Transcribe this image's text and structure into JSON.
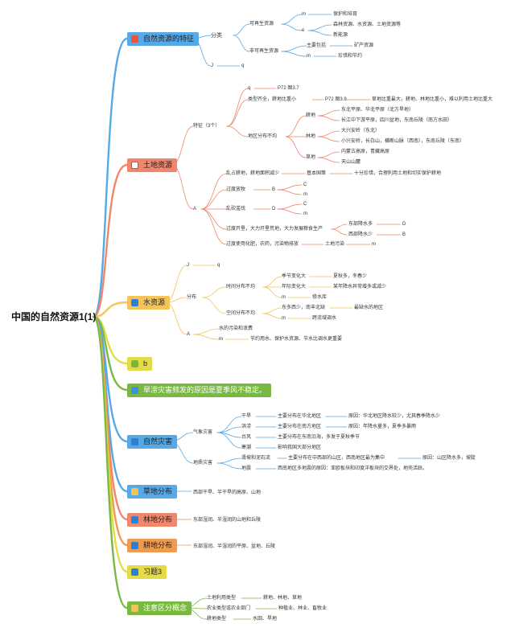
{
  "root": {
    "title": "中国的自然资源1(1)"
  },
  "topics": {
    "natural_features": "自然资源的特征",
    "land": "土地资源",
    "water": "水资源",
    "b": "b",
    "drought": "旱涝灾害频发的原因是夏季风不稳定。",
    "disaster": "自然灾害",
    "grassland": "草地分布",
    "forest": "林地分布",
    "farmland": "耕地分布",
    "exercise": "习题3",
    "attention": "注意区分概念"
  },
  "nf": {
    "classify": "分类",
    "renewable": "可再生资源",
    "m1": "m",
    "protect": "保护和培育",
    "e": "e",
    "forest_water_land": "森林资源、水资源、土地资源等",
    "new_energy": "新能源",
    "nonrenewable": "非可再生资源",
    "mainly": "主要包括",
    "minerals": "矿产资源",
    "m2": "m",
    "cherish": "珍惜和节约",
    "j": "J",
    "q": "q"
  },
  "land": {
    "features": "特征（3个）",
    "q": "q",
    "p72a": "P72 图3.7",
    "types_complete": "类型齐全，耕地比重小",
    "p72b": "P72 图3.9",
    "grass_big": "草地比重最大，耕地、林地比重小，难以利用土地比重大",
    "uneven": "地区分布不均",
    "farm": "耕地",
    "plains": "东北平原、华北平原（北方旱地）",
    "yangtze": "长江中下游平原，四川盆地，东南丘陵（南方水田）",
    "forestland": "林地",
    "dxal": "大兴安岭（东北）",
    "xxal": "小兴安岭，长白山，横断山脉（西南），东南丘陵（东南）",
    "grass": "草地",
    "inner_mongolia": "内蒙古高原，青藏高原",
    "tianshan": "天山山麓",
    "a": "A",
    "occupy": "乱占耕地，耕地面积减少",
    "basic_policy": "基本国策",
    "cherish": "十分珍惜，合理利用土地和切实保护耕地",
    "overgraze": "过度放牧",
    "b_": "B",
    "c1": "C",
    "m1": "m",
    "deforest": "乱砍滥伐",
    "d_": "D",
    "c2": "C",
    "m2": "m",
    "overreclaim": "过度开垦，大力开垦荒地，大力发展粮食生产",
    "east_more": "东部降水多",
    "d2": "D",
    "west_less": "西部降水少",
    "b2": "B",
    "fertilizer": "过度使用化肥，农药，污染物排放",
    "soil_pollution": "土地污染",
    "m3": "m"
  },
  "water": {
    "j": "J",
    "q": "q",
    "distribution": "分布",
    "temporal": "时间分布不均",
    "seasonal": "季节变化大",
    "summer_autumn": "夏秋多，冬春少",
    "interannual": "年际变化大",
    "some_years": "某年降水异常增多或减少",
    "m1": "m",
    "reservoir": "修水库",
    "spatial": "空间分布不均",
    "east_more": "东多西少，南丰北缺",
    "most_lacking": "最缺水的地区",
    "m2": "m",
    "transfer": "跨流域调水",
    "a": "A",
    "pollution": "水的污染和浪费",
    "m3": "m",
    "save": "节约用水、保护水资源、节水比调水更重要"
  },
  "disaster": {
    "meteo": "气象灾害",
    "drought": "干旱",
    "drought_where": "主要分布在华北地区",
    "drought_why": "原因：华北地区降水较少，尤其春季降水少",
    "flood": "洪涝",
    "flood_where": "主要分布在南方地区",
    "flood_why": "原因：年降水量多，夏季多暴雨",
    "typhoon": "台风",
    "typhoon_where": "主要分布在东南沿海，多发于夏秋季节",
    "cold": "寒潮",
    "cold_where": "影响我国大部分地区",
    "geo": "地质灾害",
    "landslide": "滑坡和泥石流",
    "landslide_where": "主要分布在中西部的山区，西南地区最为集中",
    "landslide_why": "原因：山区降水多，坡陡",
    "quake": "地震",
    "quake_where": "西南地区多地震的原因：亚欧板块和印度洋板块的交界处，地壳活跃。"
  },
  "grassland": {
    "where": "西部干旱、半干旱的高原、山地"
  },
  "forest": {
    "where": "东部湿润、半湿润的山地和丘陵"
  },
  "farmland": {
    "where": "东部湿润、半湿润的平原、盆地、丘陵"
  },
  "attention": {
    "land_use": "土地利用类型",
    "land_use_v": "耕地、林地、草地",
    "agri": "农业类型或农业部门",
    "agri_v": "种植业、林业、畜牧业",
    "farm_type": "耕地类型",
    "farm_type_v": "水田、旱地"
  },
  "colors": {
    "natural_features": "#56a8e6",
    "land": "#f0866b",
    "water": "#f3c45a",
    "b": "#e3dc47",
    "drought": "#79b941",
    "disaster": "#56a8e6",
    "grassland": "#56a8e6",
    "forest": "#f0866b",
    "farmland": "#f09a4f",
    "exercise": "#e3dc47",
    "attention": "#79b941"
  }
}
